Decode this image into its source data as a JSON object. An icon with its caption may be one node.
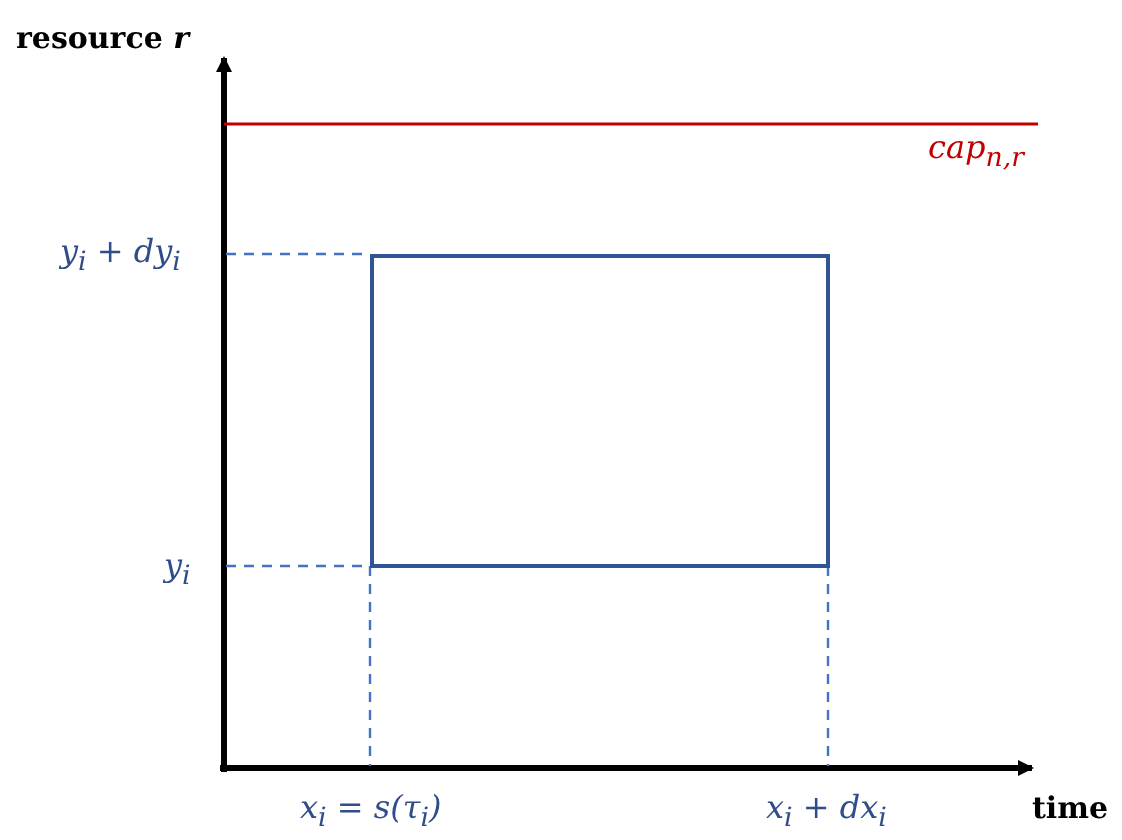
{
  "diagram": {
    "nodes": [
      {
        "text": [],
        "shape": "box"
      }
    ],
    "edges": [],
    "labels": [
      "resource *r*",
      "cap$_{n,r}$",
      "y$_{i}$ + dy$_{i}$",
      "y$_{i}$",
      "x$_{i}$ = s(τ$_{i}$)",
      "x$_{i}$ + dx$_{i}$",
      "time"
    ]
  }
}
